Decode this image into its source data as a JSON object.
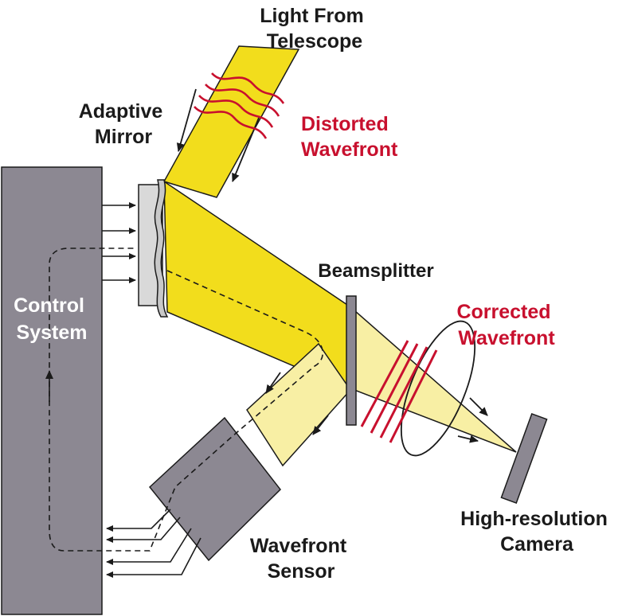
{
  "labels": {
    "light_from_telescope": [
      "Light From",
      "Telescope"
    ],
    "adaptive_mirror": [
      "Adaptive",
      "Mirror"
    ],
    "distorted_wavefront": [
      "Distorted",
      "Wavefront"
    ],
    "control_system": [
      "Control",
      "System"
    ],
    "beamsplitter": "Beamsplitter",
    "corrected_wavefront": [
      "Corrected",
      "Wavefront"
    ],
    "wavefront_sensor": [
      "Wavefront",
      "Sensor"
    ],
    "camera": [
      "High-resolution",
      "Camera"
    ]
  },
  "colors": {
    "beam_strong": "#f2dd1c",
    "beam_pale": "#f8efa4",
    "device_gray": "#8c8892",
    "wave_red": "#c8102e",
    "ink": "#1a1a1a",
    "control_text": "#ffffff"
  }
}
